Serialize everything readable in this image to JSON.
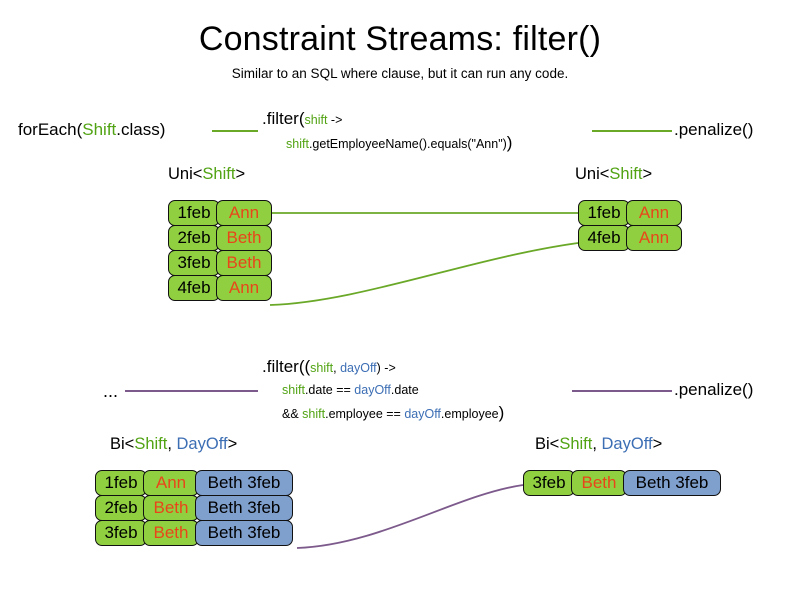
{
  "slide": {
    "title": "Constraint Streams: filter()",
    "subtitle": "Similar to an SQL where clause, but it can run any code."
  },
  "colors": {
    "shift_type": "#51a313",
    "dayoff_type": "#3c6eb4",
    "pill_green": "#90d040",
    "pill_blue": "#7f9fcd",
    "name_text": "#e8461a",
    "wire_green": "#6aa828",
    "wire_purple": "#7d5a8c",
    "background": "#ffffff"
  },
  "uni_section": {
    "source_prefix": "forEach(",
    "source_type": "Shift",
    "source_suffix": ".class)",
    "filter_head": ".filter(",
    "filter_param": "shift",
    "filter_arrow": " ->",
    "filter_body_var": "shift",
    "filter_body_rest": ".getEmployeeName().equals(\"Ann\")",
    "filter_close": ")",
    "penalize": ".penalize()",
    "in_label_prefix": "Uni<",
    "in_label_type": "Shift",
    "in_label_suffix": ">",
    "out_label_prefix": "Uni<",
    "out_label_type": "Shift",
    "out_label_suffix": ">",
    "input_rows": [
      {
        "date": "1feb",
        "name": "Ann"
      },
      {
        "date": "2feb",
        "name": "Beth"
      },
      {
        "date": "3feb",
        "name": "Beth"
      },
      {
        "date": "4feb",
        "name": "Ann"
      }
    ],
    "output_rows": [
      {
        "date": "1feb",
        "name": "Ann"
      },
      {
        "date": "4feb",
        "name": "Ann"
      }
    ]
  },
  "bi_section": {
    "source_ellipsis": "...",
    "filter_head": ".filter((",
    "filter_param1": "shift",
    "filter_comma": ", ",
    "filter_param2": "dayOff",
    "filter_arrow": ") ->",
    "line2_var1": "shift",
    "line2_mid": ".date == ",
    "line2_var2": "dayOff",
    "line2_end": ".date",
    "line3_and": "&& ",
    "line3_var1": "shift",
    "line3_mid": ".employee == ",
    "line3_var2": "dayOff",
    "line3_end": ".employee",
    "filter_close": ")",
    "penalize": ".penalize()",
    "in_label_prefix": "Bi<",
    "in_label_type1": "Shift",
    "in_label_comma": ", ",
    "in_label_type2": "DayOff",
    "in_label_suffix": ">",
    "out_label_prefix": "Bi<",
    "out_label_type1": "Shift",
    "out_label_comma": ", ",
    "out_label_type2": "DayOff",
    "out_label_suffix": ">",
    "input_rows": [
      {
        "date": "1feb",
        "name": "Ann",
        "pair": "Beth 3feb"
      },
      {
        "date": "2feb",
        "name": "Beth",
        "pair": "Beth 3feb"
      },
      {
        "date": "3feb",
        "name": "Beth",
        "pair": "Beth 3feb"
      }
    ],
    "output_rows": [
      {
        "date": "3feb",
        "name": "Beth",
        "pair": "Beth 3feb"
      }
    ]
  }
}
